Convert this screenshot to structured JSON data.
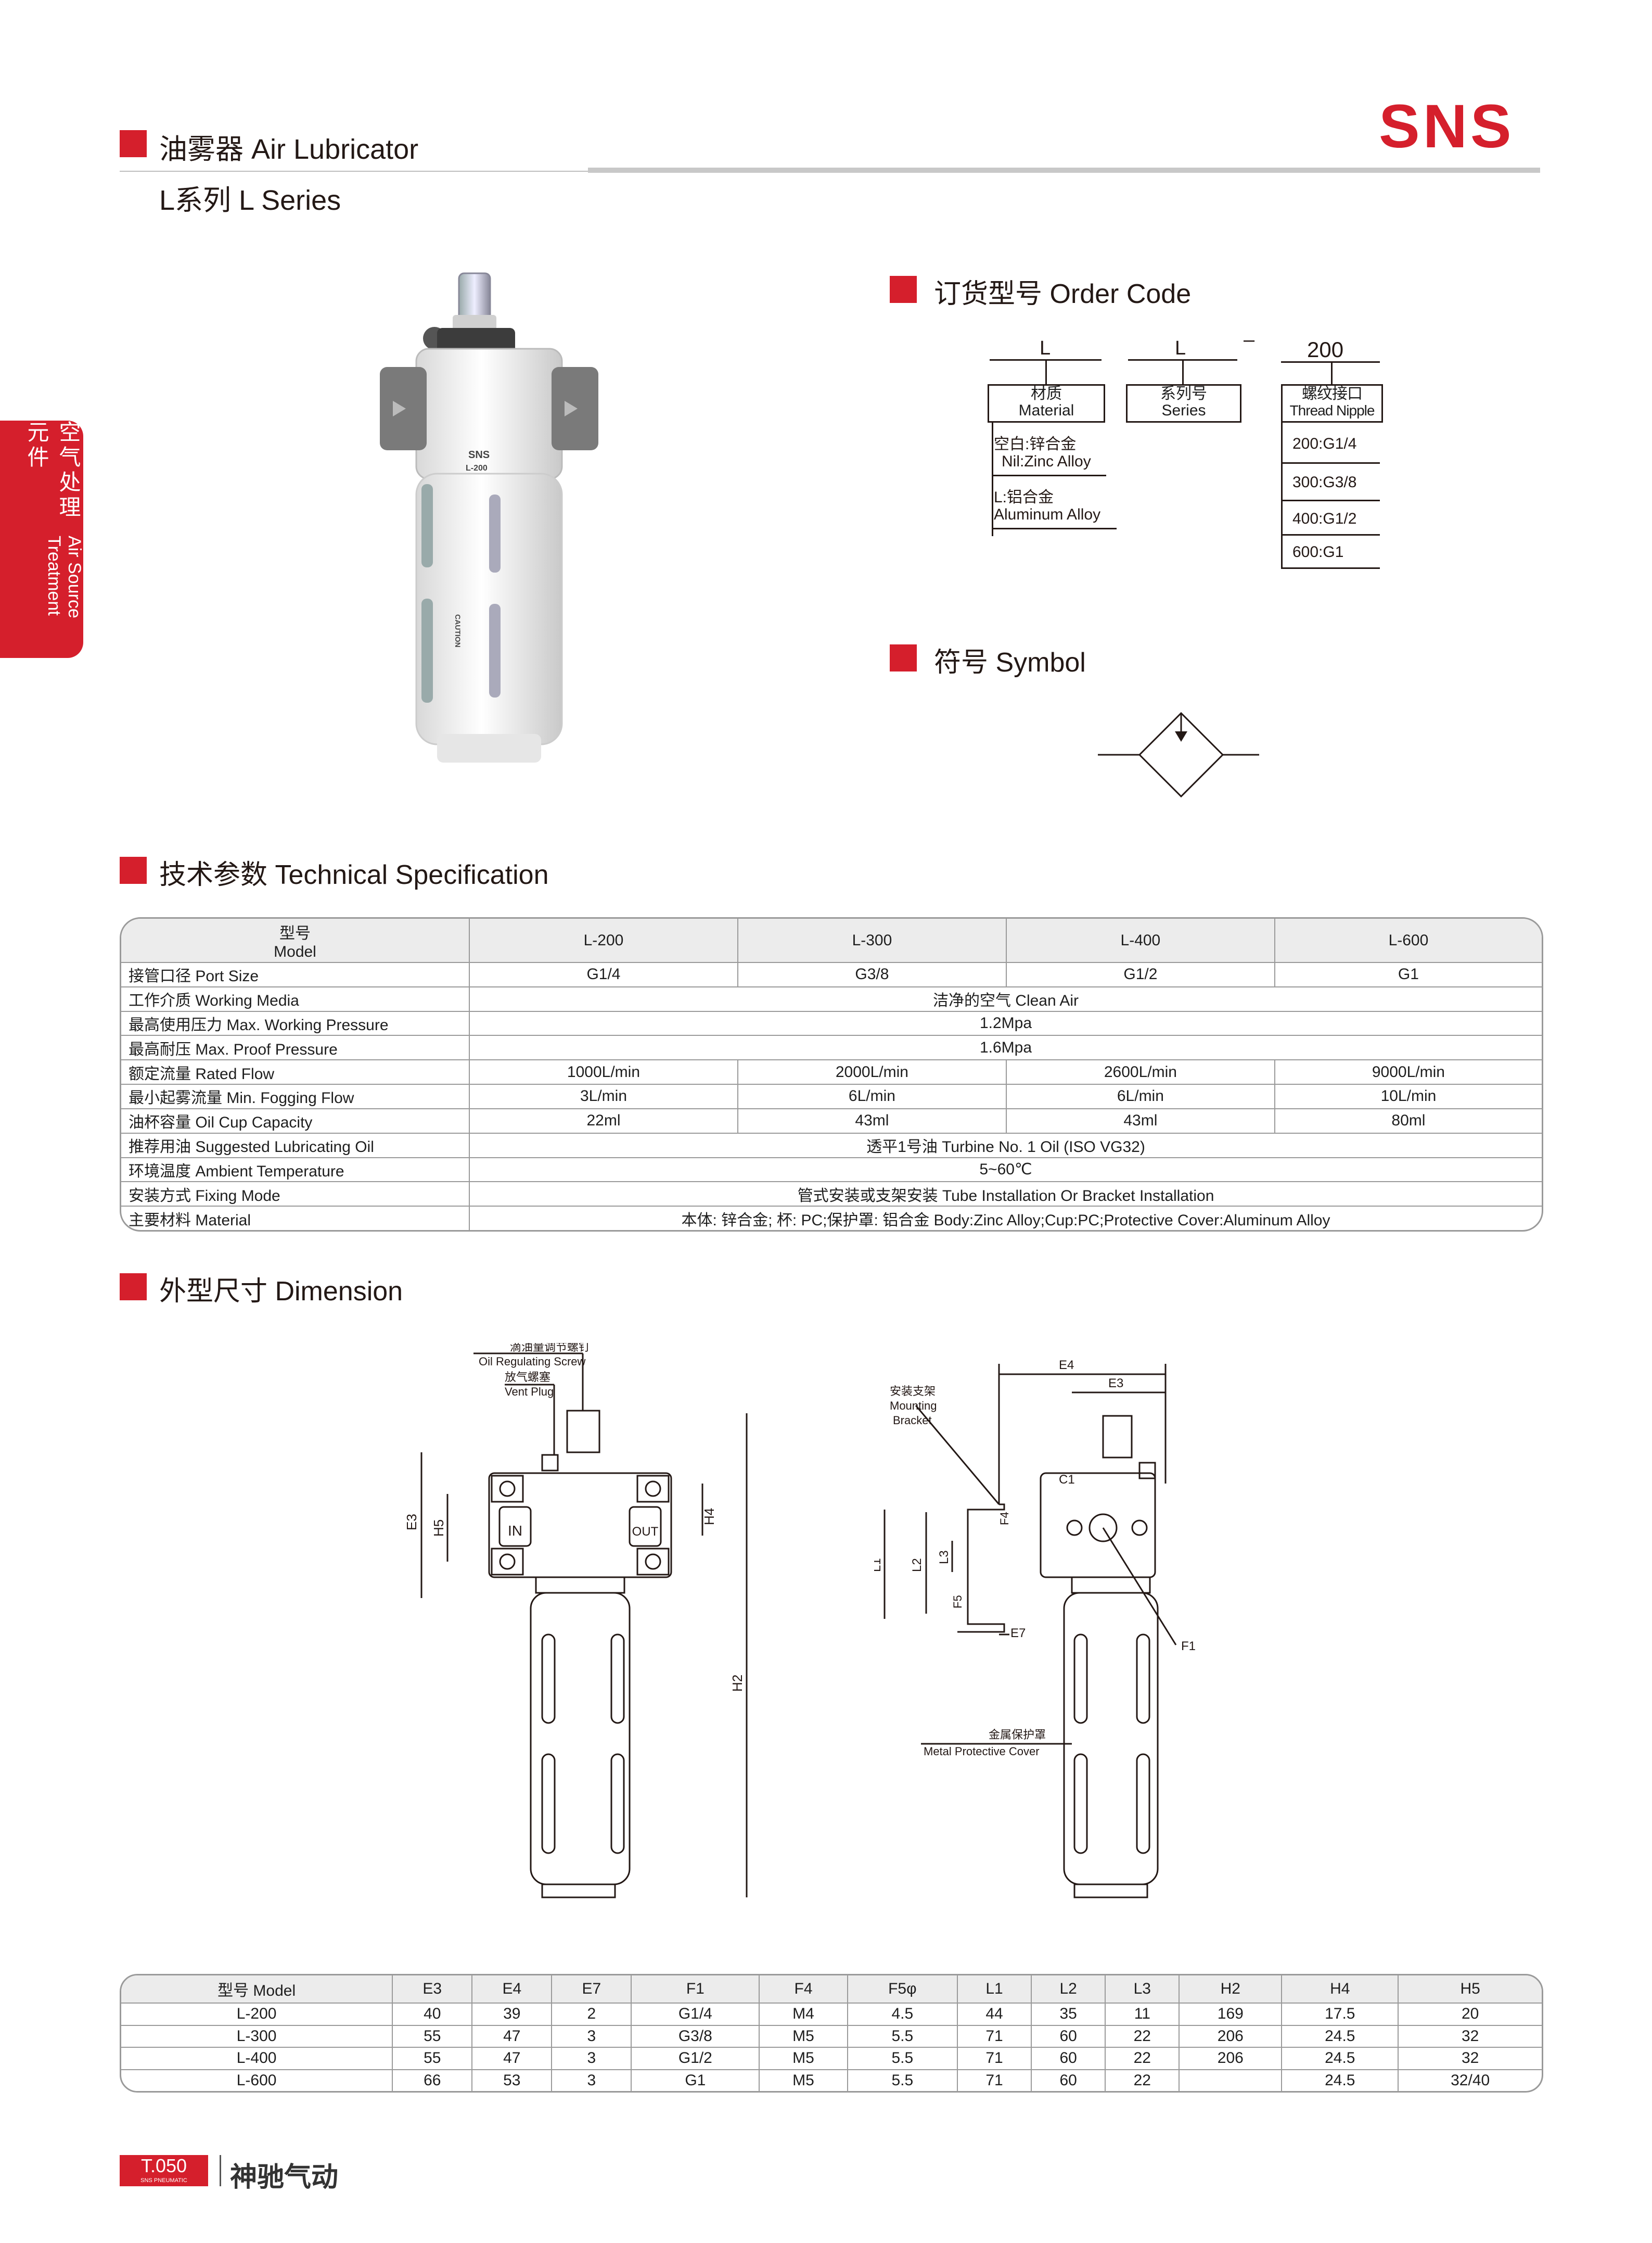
{
  "header": {
    "title": "油雾器 Air Lubricator",
    "subtitle": "L系列 L Series",
    "logo": "SNS"
  },
  "side_tab": {
    "cn": "空气处理元件",
    "en": "Air Source Treatment"
  },
  "product_image": {
    "brand": "SNS",
    "model": "L-200",
    "caution": "CAUTION",
    "icon": "air-lubricator-photo"
  },
  "order_code": {
    "heading": "订货型号 Order Code",
    "code_parts": [
      "L",
      "L",
      "200"
    ],
    "separator": "–",
    "boxes": [
      {
        "cn": "材质",
        "en": "Material"
      },
      {
        "cn": "系列号",
        "en": "Series"
      },
      {
        "cn": "螺纹接口",
        "en": "Thread Nipple"
      }
    ],
    "material_options": [
      {
        "cn": "空白:锌合金",
        "en": "Nil:Zinc Alloy"
      },
      {
        "cn": "L:铝合金",
        "en": "Aluminum Alloy"
      }
    ],
    "thread_options": [
      "200:G1/4",
      "300:G3/8",
      "400:G1/2",
      "600:G1"
    ]
  },
  "symbol": {
    "heading": "符号 Symbol",
    "icon": "lubricator-symbol-icon"
  },
  "spec": {
    "heading": "技术参数 Technical Specification",
    "model_label_cn": "型号",
    "model_label_en": "Model",
    "models": [
      "L-200",
      "L-300",
      "L-400",
      "L-600"
    ],
    "rows": [
      {
        "label": "接管口径 Port Size",
        "values": [
          "G1/4",
          "G3/8",
          "G1/2",
          "G1"
        ]
      },
      {
        "label": "工作介质 Working Media",
        "span": "洁净的空气 Clean Air"
      },
      {
        "label": "最高使用压力 Max. Working Pressure",
        "span": "1.2Mpa"
      },
      {
        "label": "最高耐压 Max. Proof Pressure",
        "span": "1.6Mpa"
      },
      {
        "label": "额定流量 Rated Flow",
        "values": [
          "1000L/min",
          "2000L/min",
          "2600L/min",
          "9000L/min"
        ]
      },
      {
        "label": "最小起雾流量 Min. Fogging Flow",
        "values": [
          "3L/min",
          "6L/min",
          "6L/min",
          "10L/min"
        ]
      },
      {
        "label": "油杯容量 Oil Cup Capacity",
        "values": [
          "22ml",
          "43ml",
          "43ml",
          "80ml"
        ]
      },
      {
        "label": "推荐用油 Suggested Lubricating Oil",
        "span": "透平1号油 Turbine No. 1 Oil (ISO VG32)"
      },
      {
        "label": "环境温度 Ambient Temperature",
        "span": "5~60℃"
      },
      {
        "label": "安装方式 Fixing Mode",
        "span": "管式安装或支架安装 Tube Installation Or Bracket Installation"
      },
      {
        "label": "主要材料 Material",
        "span": "本体: 锌合金; 杯: PC;保护罩: 铝合金 Body:Zinc Alloy;Cup:PC;Protective Cover:Aluminum Alloy"
      }
    ]
  },
  "dimension": {
    "heading": "外型尺寸 Dimension",
    "callouts": {
      "oil_screw_cn": "滴油量调节螺钉",
      "oil_screw_en": "Oil Regulating Screw",
      "vent_cn": "放气螺塞",
      "vent_en": "Vent Plug",
      "bracket_cn": "安装支架",
      "bracket_en1": "Mounting",
      "bracket_en2": "Bracket",
      "cover_cn": "金属保护罩",
      "cover_en": "Metal Protective Cover",
      "in_label": "IN",
      "out_label": "OUT"
    },
    "dim_labels": [
      "E3",
      "H5",
      "H4",
      "H2",
      "E4",
      "E3",
      "C1",
      "L1",
      "L2",
      "L3",
      "F4",
      "F5",
      "E7",
      "F1"
    ],
    "table": {
      "headers": [
        "型号 Model",
        "E3",
        "E4",
        "E7",
        "F1",
        "F4",
        "F5φ",
        "L1",
        "L2",
        "L3",
        "H2",
        "H4",
        "H5"
      ],
      "rows": [
        [
          "L-200",
          "40",
          "39",
          "2",
          "G1/4",
          "M4",
          "4.5",
          "44",
          "35",
          "11",
          "169",
          "17.5",
          "20"
        ],
        [
          "L-300",
          "55",
          "47",
          "3",
          "G3/8",
          "M5",
          "5.5",
          "71",
          "60",
          "22",
          "206",
          "24.5",
          "32"
        ],
        [
          "L-400",
          "55",
          "47",
          "3",
          "G1/2",
          "M5",
          "5.5",
          "71",
          "60",
          "22",
          "206",
          "24.5",
          "32"
        ],
        [
          "L-600",
          "66",
          "53",
          "3",
          "G1",
          "M5",
          "5.5",
          "71",
          "60",
          "22",
          "",
          "24.5",
          "32/40"
        ]
      ]
    }
  },
  "footer": {
    "page_code": "T.050",
    "page_sub": "SNS PNEUMATIC",
    "company": "神驰气动"
  }
}
